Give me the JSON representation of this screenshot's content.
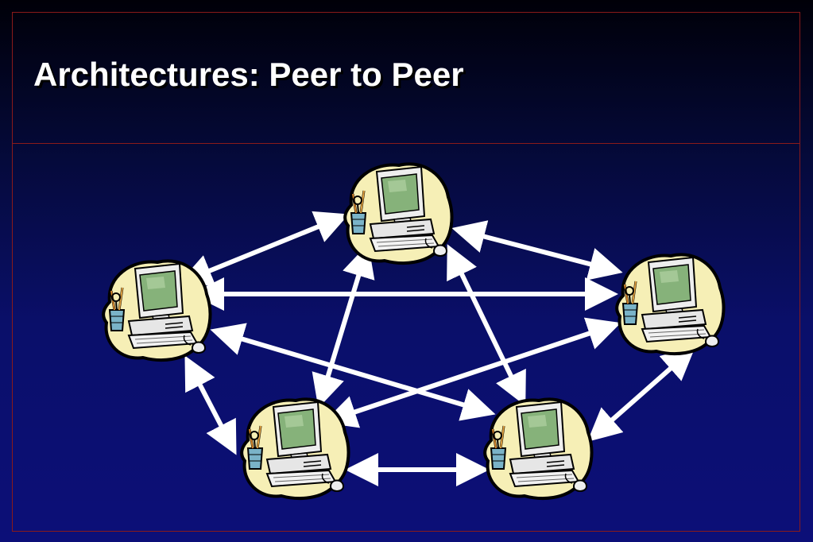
{
  "slide": {
    "title": "Architectures: Peer to Peer"
  },
  "diagram": {
    "nodes": [
      {
        "id": "peer-top",
        "icon": "desktop-computer-icon"
      },
      {
        "id": "peer-left",
        "icon": "desktop-computer-icon"
      },
      {
        "id": "peer-right",
        "icon": "desktop-computer-icon"
      },
      {
        "id": "peer-bottom-left",
        "icon": "desktop-computer-icon"
      },
      {
        "id": "peer-bottom-right",
        "icon": "desktop-computer-icon"
      }
    ],
    "edges": [
      {
        "from": "peer-left",
        "to": "peer-top",
        "style": "bidirectional-arrow"
      },
      {
        "from": "peer-top",
        "to": "peer-right",
        "style": "bidirectional-arrow"
      },
      {
        "from": "peer-left",
        "to": "peer-right",
        "style": "bidirectional-arrow"
      },
      {
        "from": "peer-top",
        "to": "peer-bottom-left",
        "style": "bidirectional-arrow"
      },
      {
        "from": "peer-top",
        "to": "peer-bottom-right",
        "style": "bidirectional-arrow"
      },
      {
        "from": "peer-left",
        "to": "peer-bottom-right",
        "style": "bidirectional-arrow"
      },
      {
        "from": "peer-right",
        "to": "peer-bottom-left",
        "style": "bidirectional-arrow"
      },
      {
        "from": "peer-left",
        "to": "peer-bottom-left",
        "style": "bidirectional-arrow"
      },
      {
        "from": "peer-right",
        "to": "peer-bottom-right",
        "style": "bidirectional-arrow"
      },
      {
        "from": "peer-bottom-left",
        "to": "peer-bottom-right",
        "style": "bidirectional-arrow"
      }
    ],
    "colors": {
      "arrow": "#ffffff",
      "blob": "#f6efb6",
      "screen": "#86b27a",
      "frame_border": "#8a1a1a"
    }
  }
}
